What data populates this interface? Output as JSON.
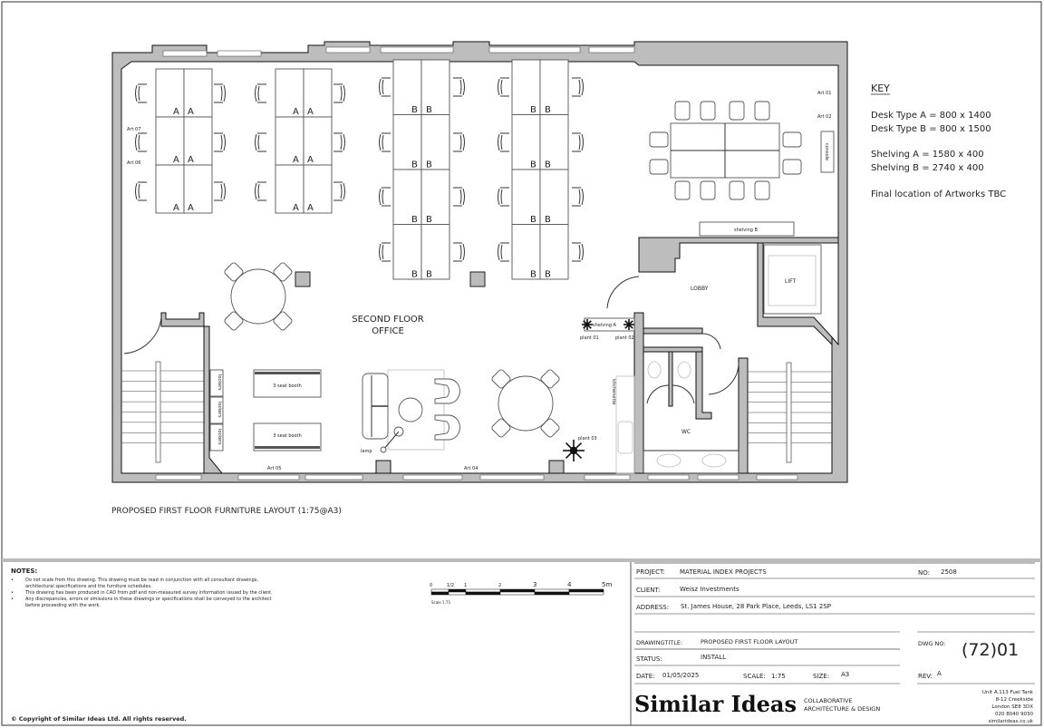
{
  "plan": {
    "room_label_line1": "SECOND FLOOR",
    "room_label_line2": "OFFICE",
    "desk_a": "A",
    "desk_b": "B",
    "lobby": "LOBBY",
    "lift": "LIFT",
    "wc": "WC",
    "shelving_a": "shelving A",
    "shelving_b": "shelving B",
    "console": "console",
    "kitchenette": "kitchenette",
    "lockers": [
      "lockers",
      "lockers",
      "lockers"
    ],
    "booths": [
      "3 seat booth",
      "3 seat booth"
    ],
    "lamp": "lamp",
    "plants": [
      "plant 01",
      "plant 02",
      "plant 03"
    ],
    "art": {
      "a01": "Art 01",
      "a02": "Art 02",
      "a04": "Art 04",
      "a05": "Art 05",
      "a06": "Art 06",
      "a07": "Art 07"
    },
    "caption": "PROPOSED FIRST FLOOR FURNITURE LAYOUT (1:75@A3)"
  },
  "key": {
    "title": "KEY",
    "desk_a": "Desk Type A = 800 x 1400",
    "desk_b": "Desk Type B = 800 x 1500",
    "shelving_a": "Shelving A = 1580 x 400",
    "shelving_b": "Shelving B = 2740 x 400",
    "artworks": "Final location of Artworks TBC"
  },
  "notes": {
    "title": "NOTES:",
    "items": [
      "Do not scale from this drawing.  This drawing must be read in conjunction with all consultant drawings,",
      "architectural specifications and the furniture schedules.",
      "This drawing has been produced in CAD from pdf and non-measured survey information issued by the client.",
      "Any discrepancies, errors or omissions in these drawings or specifications shall be conveyed to the architect",
      "before proceeding with the work."
    ]
  },
  "scale_bar": {
    "ticks": [
      "0",
      "1/2",
      "1",
      "2",
      "3",
      "4",
      "5m"
    ],
    "label": "Scale 1:75"
  },
  "title_block": {
    "project_label": "PROJECT:",
    "project": "MATERIAL INDEX PROJECTS",
    "no_label": "NO:",
    "no": "2508",
    "client_label": "CLIENT:",
    "client": "Weisz Investments",
    "address_label": "ADDRESS:",
    "address": "St. James House, 28 Park Place, Leeds, LS1 2SP",
    "drawing_title_label": "DRAWINGTITLE:",
    "drawing_title": "PROPOSED FIRST FLOOR LAYOUT",
    "dwg_no_label": "DWG NO:",
    "dwg_no": "(72)01",
    "status_label": "STATUS:",
    "status": "INSTALL",
    "date_label": "DATE:",
    "date": "01/05/2025",
    "scale_label": "SCALE:",
    "scale": "1:75",
    "size_label": "SIZE:",
    "size": "A3",
    "rev_label": "REV:",
    "rev": "A"
  },
  "brand": {
    "name": "Similar Ideas",
    "tagline1": "COLLABORATIVE",
    "tagline2": "ARCHITECTURE & DESIGN",
    "address": [
      "Unit A.113 Fuel Tank",
      "8-12 Creekside",
      "London SE8 3DX",
      "020 8040 9030",
      "similarideas.co.uk"
    ]
  },
  "copyright": "© Copyright of Similar Ideas Ltd.  All rights reserved."
}
